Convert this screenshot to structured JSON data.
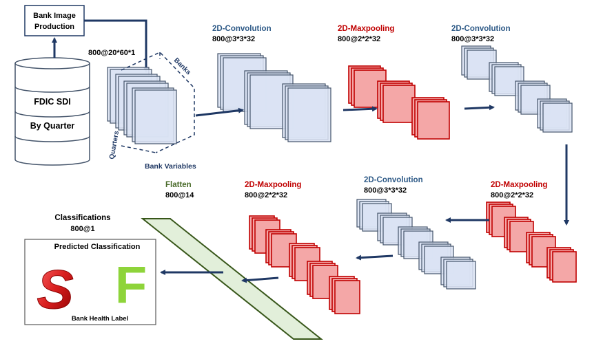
{
  "pipeline": {
    "source_box": "Bank Image Production",
    "source_line1": "Bank Image",
    "source_line2": "Production",
    "db_title": "FDIC SDI",
    "db_subtitle": "By Quarter",
    "input_dims": "800@20*60*1",
    "axis_banks": "Banks",
    "axis_quarters": "Quarters",
    "axis_variables": "Bank Variables"
  },
  "layers": {
    "conv1": {
      "name": "2D-Convolution",
      "dims": "800@3*3*32"
    },
    "pool1": {
      "name": "2D-Maxpooling",
      "dims": "800@2*2*32"
    },
    "conv2": {
      "name": "2D-Convolution",
      "dims": "800@3*3*32"
    },
    "pool2": {
      "name": "2D-Maxpooling",
      "dims": "800@2*2*32"
    },
    "conv3": {
      "name": "2D-Convolution",
      "dims": "800@3*3*32"
    },
    "pool3": {
      "name": "2D-Maxpooling",
      "dims": "800@2*2*32"
    },
    "flatten": {
      "name": "Flatten",
      "dims": "800@14"
    }
  },
  "output": {
    "title": "Classifications",
    "dims": "800@1",
    "panel_title": "Predicted Classification",
    "label_s": "S",
    "label_f": "F",
    "caption": "Bank Health Label"
  },
  "colors": {
    "arrow": "#1f3864",
    "conv_fill": "#dae3f3",
    "conv_stroke": "#44546a",
    "pool_fill": "#f4a7a7",
    "pool_stroke": "#c00000",
    "conv_text": "#2e5a87",
    "pool_text": "#c00000",
    "flatten_text": "#4a6b2a",
    "flatten_fill": "#e2efda",
    "s_color": "#d81e1e",
    "f_color": "#8ed43a"
  }
}
